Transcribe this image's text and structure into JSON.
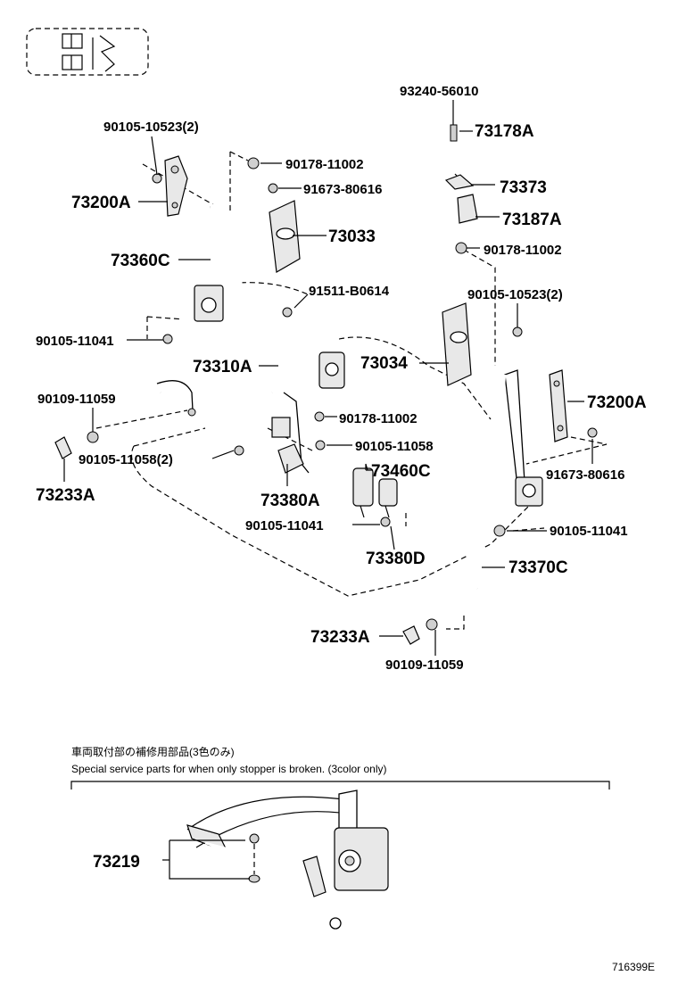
{
  "parts": {
    "p93240": "93240-56010",
    "p73178A": "73178A",
    "p73373": "73373",
    "p73187A": "73187A",
    "p90178_r1": "90178-11002",
    "p90105_10523_r": "90105-10523(2)",
    "p90105_10523_l": "90105-10523(2)",
    "p90178_l": "90178-11002",
    "p91673_top": "91673-80616",
    "p73200A_l": "73200A",
    "p73033": "73033",
    "p73360C": "73360C",
    "p91511": "91511-B0614",
    "p90105_11041_l": "90105-11041",
    "p73310A": "73310A",
    "p73034": "73034",
    "p90109_l": "90109-11059",
    "p90178_mid": "90178-11002",
    "p90105_11058": "90105-11058",
    "p90105_11058_2": "90105-11058(2)",
    "p73460C": "73460C",
    "p73200A_r": "73200A",
    "p91673_r": "91673-80616",
    "p73233A_l": "73233A",
    "p73380A": "73380A",
    "p90105_11041_m": "90105-11041",
    "p90105_11041_r": "90105-11041",
    "p73380D": "73380D",
    "p73370C": "73370C",
    "p73233A_b": "73233A",
    "p90109_b": "90109-11059",
    "p73219": "73219"
  },
  "note": {
    "jp": "車両取付部の補修用部品(3色のみ)",
    "en": "Special service parts for when only stopper is broken. (3color only)"
  },
  "diagram_id": "716399E"
}
